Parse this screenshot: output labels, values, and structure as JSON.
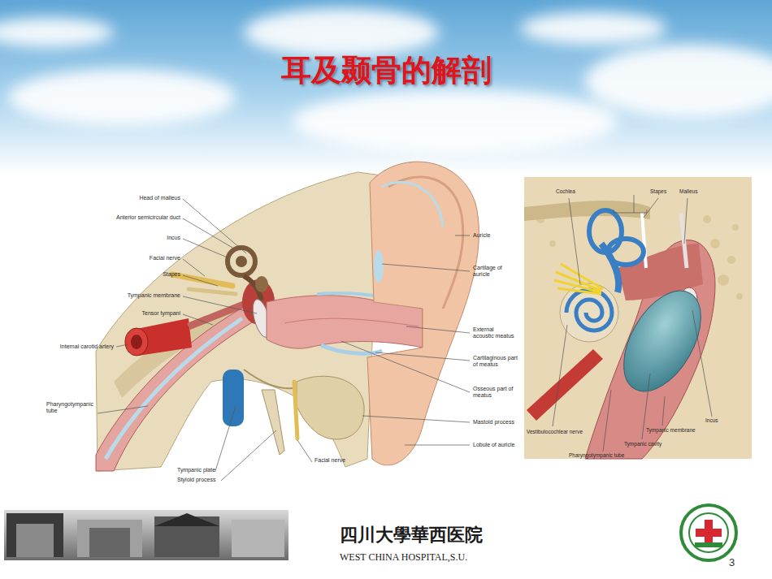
{
  "diagram": {
    "title": "耳及颞骨的解剖",
    "labels": [
      "Head of malleus",
      "Anterior semicircular duct",
      "Incus",
      "Facial nerve",
      "Stapes",
      "Tympanic membrane",
      "Tensor tympani",
      "Internal carotid artery",
      "Pharyngotympanic tube",
      "Tympanic plate",
      "Styloid process",
      "Facial nerve",
      "Auricle",
      "Cartilage of auricle",
      "External acoustic meatus",
      "Cartilaginous part of meatus",
      "Osseous part of meatus",
      "Mastoid process",
      "Lobule of auricle",
      "Cochlea",
      "Stapes",
      "Malleus",
      "Vestibulocochlear nerve",
      "Pharyngotympanic tube",
      "Tympanic cavity",
      "Tympanic membrane",
      "Incus",
      "四川大學華西医院",
      "WEST CHINA HOSPITAL,S.U.",
      "3"
    ]
  }
}
